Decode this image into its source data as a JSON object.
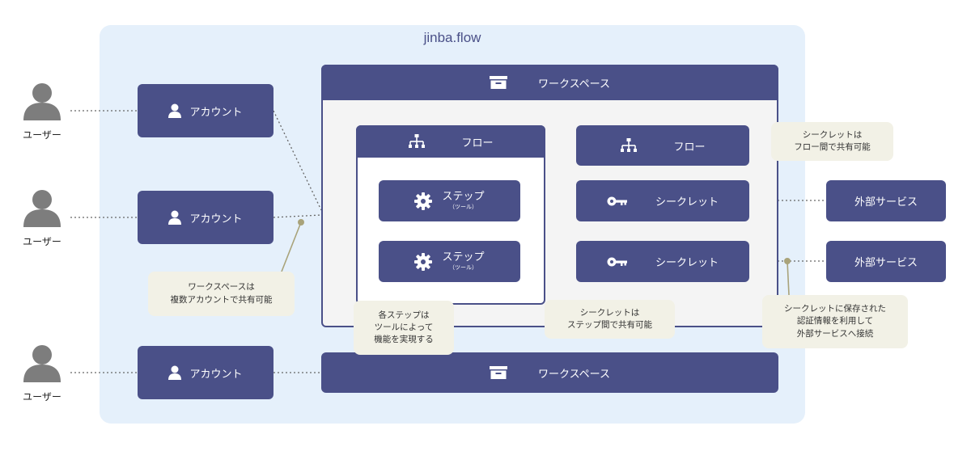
{
  "title": "jinba.flow",
  "users": [
    "ユーザー",
    "ユーザー",
    "ユーザー"
  ],
  "accounts": [
    "アカウント",
    "アカウント",
    "アカウント"
  ],
  "workspace_label": "ワークスペース",
  "workspace2_label": "ワークスペース",
  "flow_label": "フロー",
  "flow2_label": "フロー",
  "steps": [
    {
      "label": "ステップ",
      "sub": "（ツール）"
    },
    {
      "label": "ステップ",
      "sub": "（ツール）"
    }
  ],
  "secrets": [
    "シークレット",
    "シークレット"
  ],
  "external_services": [
    "外部サービス",
    "外部サービス"
  ],
  "notes": {
    "secret_between_flows": "シークレットは\nフロー間で共有可能",
    "workspace_shared": "ワークスペースは\n複数アカウントで共有可能",
    "step_tools": "各ステップは\nツールによって\n機能を実現する",
    "secret_between_steps": "シークレットは\nステップ間で共有可能",
    "secret_external": "シークレットに保存された\n認証情報を利用して\n外部サービスへ接続"
  },
  "colors": {
    "box": "#4a5088",
    "panel": "#e5f0fb",
    "note": "#f2f1e6",
    "connector": "#a9a37a",
    "dotted": "#666666"
  },
  "icons": [
    "user-icon",
    "person-icon",
    "archive-box-icon",
    "flow-tree-icon",
    "gear-icon",
    "key-icon"
  ]
}
